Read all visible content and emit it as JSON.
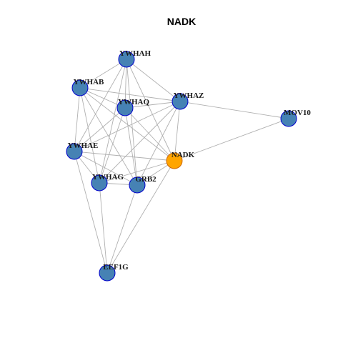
{
  "title": "NADK",
  "colors": {
    "node_fill": "#4682b4",
    "node_stroke": "#0000cd",
    "query_fill": "#ffa500",
    "query_stroke": "#cd6600",
    "edge": "#b0b0b0"
  },
  "nodes": [
    {
      "id": "YWHAH",
      "label": "YWHAH",
      "query": false
    },
    {
      "id": "YWHAB",
      "label": "YWHAB",
      "query": false
    },
    {
      "id": "YWHAQ",
      "label": "YWHAQ",
      "query": false
    },
    {
      "id": "YWHAZ",
      "label": "YWHAZ",
      "query": false
    },
    {
      "id": "MOV10",
      "label": "MOV10",
      "query": false
    },
    {
      "id": "YWHAE",
      "label": "YWHAE",
      "query": false
    },
    {
      "id": "NADK",
      "label": "NADK",
      "query": true
    },
    {
      "id": "YWHAG",
      "label": "YWHAG",
      "query": false
    },
    {
      "id": "GRB2",
      "label": "GRB2",
      "query": false
    },
    {
      "id": "EEF1G",
      "label": "EEF1G",
      "query": false
    }
  ],
  "edges": [
    [
      "YWHAH",
      "YWHAB"
    ],
    [
      "YWHAH",
      "YWHAQ"
    ],
    [
      "YWHAH",
      "YWHAZ"
    ],
    [
      "YWHAH",
      "YWHAE"
    ],
    [
      "YWHAH",
      "NADK"
    ],
    [
      "YWHAH",
      "YWHAG"
    ],
    [
      "YWHAH",
      "GRB2"
    ],
    [
      "YWHAB",
      "YWHAQ"
    ],
    [
      "YWHAB",
      "YWHAZ"
    ],
    [
      "YWHAB",
      "YWHAE"
    ],
    [
      "YWHAB",
      "NADK"
    ],
    [
      "YWHAB",
      "YWHAG"
    ],
    [
      "YWHAB",
      "GRB2"
    ],
    [
      "YWHAQ",
      "YWHAZ"
    ],
    [
      "YWHAQ",
      "YWHAE"
    ],
    [
      "YWHAQ",
      "NADK"
    ],
    [
      "YWHAQ",
      "YWHAG"
    ],
    [
      "YWHAQ",
      "GRB2"
    ],
    [
      "YWHAZ",
      "MOV10"
    ],
    [
      "YWHAZ",
      "YWHAE"
    ],
    [
      "YWHAZ",
      "NADK"
    ],
    [
      "YWHAZ",
      "YWHAG"
    ],
    [
      "YWHAZ",
      "GRB2"
    ],
    [
      "MOV10",
      "NADK"
    ],
    [
      "YWHAE",
      "NADK"
    ],
    [
      "YWHAE",
      "YWHAG"
    ],
    [
      "YWHAE",
      "GRB2"
    ],
    [
      "YWHAE",
      "EEF1G"
    ],
    [
      "NADK",
      "YWHAG"
    ],
    [
      "NADK",
      "GRB2"
    ],
    [
      "NADK",
      "EEF1G"
    ],
    [
      "YWHAG",
      "GRB2"
    ],
    [
      "YWHAG",
      "EEF1G"
    ],
    [
      "GRB2",
      "EEF1G"
    ]
  ]
}
